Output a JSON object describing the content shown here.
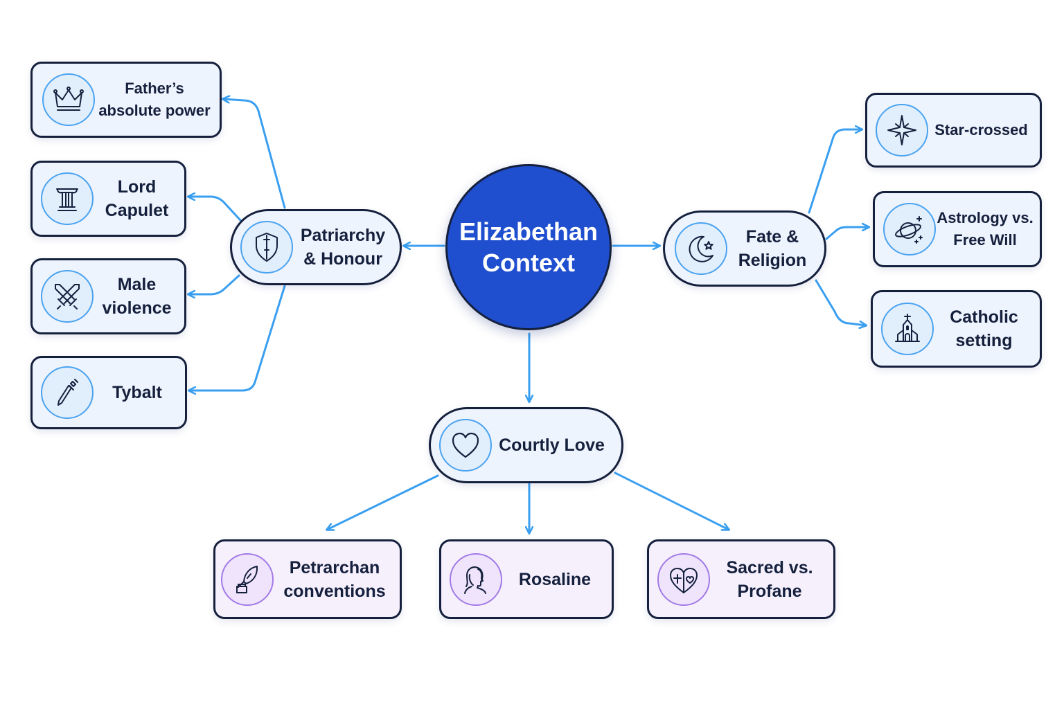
{
  "colors": {
    "edge": "#3a9ff0",
    "hub": "#1f4fcf",
    "node_border": "#15203d",
    "node_fill": "#eef4fd",
    "node_fill_purple": "#f6f0fd"
  },
  "center": {
    "label": "Elizabethan\nContext"
  },
  "branches": {
    "patriarchy": {
      "label": "Patriarchy\n& Honour",
      "icon": "shield-sword-icon"
    },
    "fate": {
      "label": "Fate &\nReligion",
      "icon": "moon-star-icon"
    },
    "courtly": {
      "label": "Courtly Love",
      "icon": "heart-icon"
    }
  },
  "leaves": {
    "fathers_power": {
      "label": "Father’s\nabsolute power",
      "icon": "crown-icon"
    },
    "lord_capulet": {
      "label": "Lord\nCapulet",
      "icon": "pillar-icon"
    },
    "male_violence": {
      "label": "Male\nviolence",
      "icon": "crossed-swords-icon"
    },
    "tybalt": {
      "label": "Tybalt",
      "icon": "dagger-icon"
    },
    "star_crossed": {
      "label": "Star-crossed",
      "icon": "star-icon"
    },
    "astrology": {
      "label": "Astrology vs.\nFree Will",
      "icon": "planet-icon"
    },
    "catholic": {
      "label": "Catholic\nsetting",
      "icon": "church-icon"
    },
    "petrarchan": {
      "label": "Petrarchan\nconventions",
      "icon": "quill-ink-icon"
    },
    "rosaline": {
      "label": "Rosaline",
      "icon": "woman-profile-icon"
    },
    "sacred": {
      "label": "Sacred vs.\nProfane",
      "icon": "heart-cross-icon"
    }
  }
}
